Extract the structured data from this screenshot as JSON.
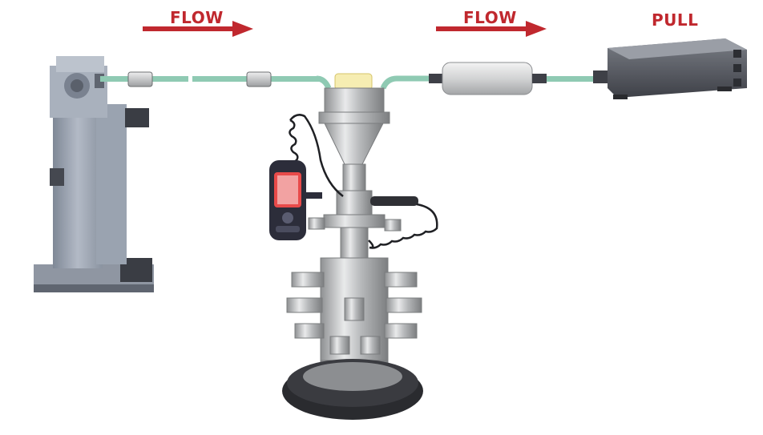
{
  "labels": {
    "flow_left": "FLOW",
    "flow_right": "FLOW",
    "pull": "PULL"
  },
  "colors": {
    "label_text": "#c0282e",
    "arrow": "#c0282e",
    "tubing": "#8fcab3",
    "device_body": "#9aa3b0",
    "metal": "#c8c9cb",
    "base": "#2a2b2f",
    "pump": "#5c5f66",
    "meter_screen": "#e84a4a"
  },
  "icons": [
    "flow-arrow-icon",
    "coiled-cable-icon",
    "handheld-meter-icon"
  ]
}
